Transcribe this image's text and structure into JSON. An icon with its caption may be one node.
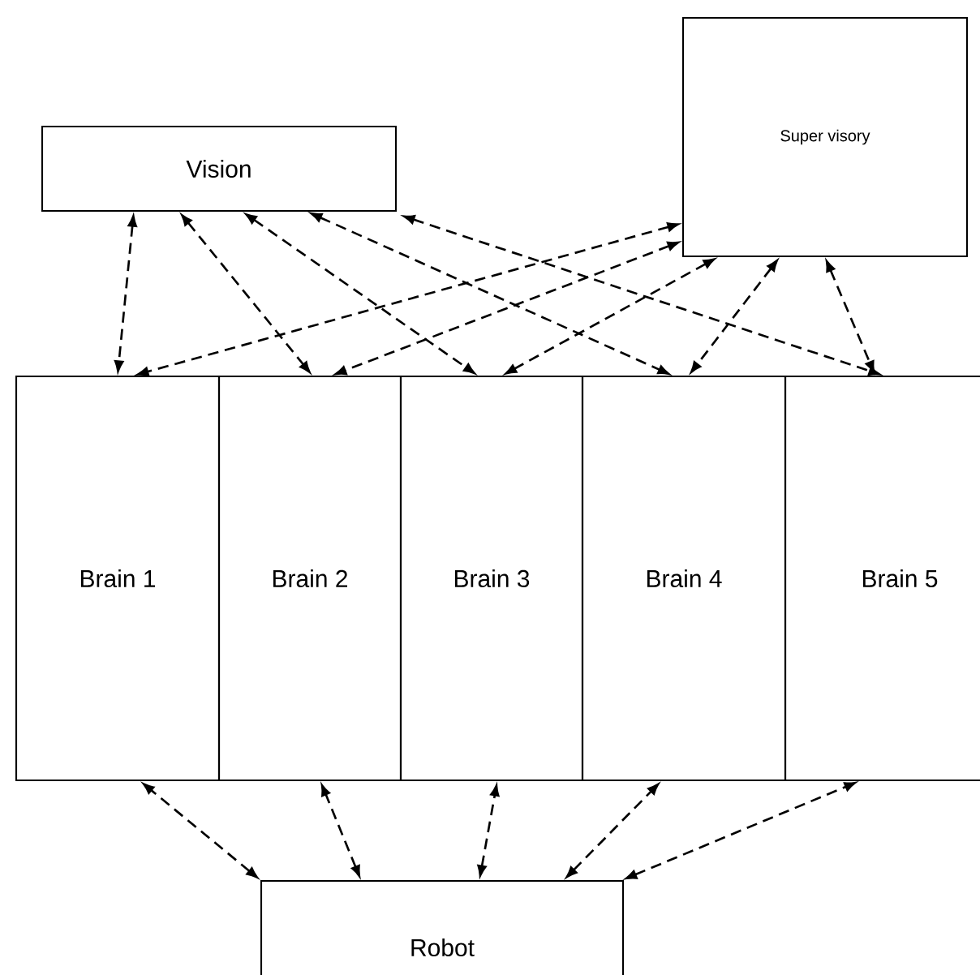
{
  "diagram": {
    "nodes": [
      {
        "text": [
          "Vision"
        ]
      },
      {
        "text": [
          "Super visory"
        ]
      },
      {
        "text": [
          "Brain 1"
        ]
      },
      {
        "text": [
          "Brain 2"
        ]
      },
      {
        "text": [
          "Brain 3"
        ]
      },
      {
        "text": [
          "Brain 4"
        ]
      },
      {
        "text": [
          "Brain 5"
        ]
      },
      {
        "text": [
          "Robot"
        ]
      }
    ],
    "edges": [
      {
        "from": 0,
        "to": 2,
        "arrow": "both"
      },
      {
        "from": 0,
        "to": 3,
        "arrow": "both"
      },
      {
        "from": 0,
        "to": 4,
        "arrow": "both"
      },
      {
        "from": 0,
        "to": 5,
        "arrow": "both"
      },
      {
        "from": 0,
        "to": 6,
        "arrow": "both"
      },
      {
        "from": 1,
        "to": 2,
        "arrow": "both"
      },
      {
        "from": 1,
        "to": 3,
        "arrow": "both"
      },
      {
        "from": 1,
        "to": 4,
        "arrow": "both"
      },
      {
        "from": 1,
        "to": 5,
        "arrow": "both"
      },
      {
        "from": 1,
        "to": 6,
        "arrow": "both"
      },
      {
        "from": 7,
        "to": 2,
        "arrow": "both"
      },
      {
        "from": 7,
        "to": 3,
        "arrow": "both"
      },
      {
        "from": 7,
        "to": 4,
        "arrow": "both"
      },
      {
        "from": 7,
        "to": 5,
        "arrow": "both"
      },
      {
        "from": 7,
        "to": 6,
        "arrow": "both"
      }
    ]
  }
}
